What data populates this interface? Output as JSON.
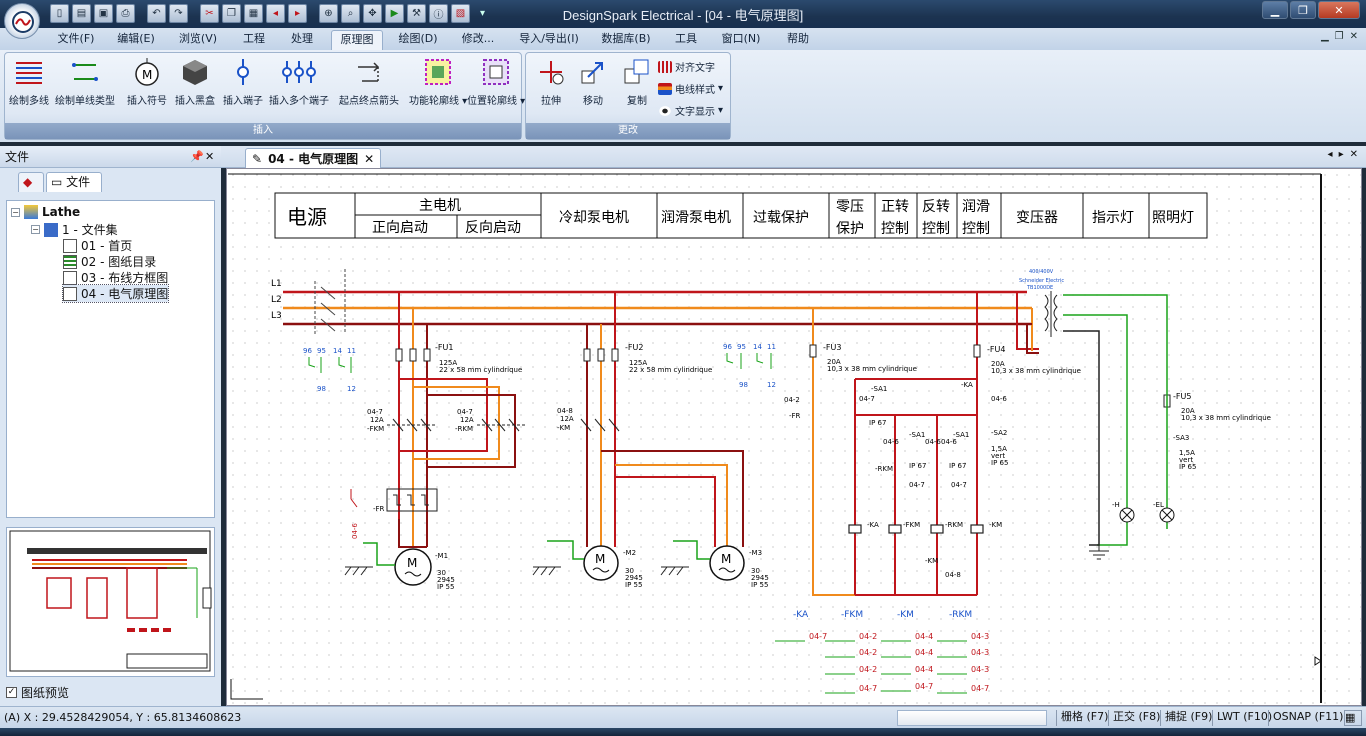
{
  "window": {
    "title": "DesignSpark Electrical - [04 - 电气原理图]"
  },
  "qat": [
    "new",
    "open",
    "save",
    "print",
    "undo",
    "redo",
    "cut",
    "copy",
    "paste",
    "prev",
    "next",
    "zoom-all",
    "zoom",
    "pan",
    "go",
    "run",
    "info",
    "pdf"
  ],
  "menu_tabs": [
    "文件(F)",
    "编辑(E)",
    "浏览(V)",
    "工程",
    "处理",
    "原理图",
    "绘图(D)",
    "修改...",
    "导入/导出(I)",
    "数据库(B)",
    "工具",
    "窗口(N)",
    "帮助"
  ],
  "ribbon": {
    "insert_group": {
      "title": "插入",
      "buttons": [
        "绘制多线",
        "绘制单线类型",
        "插入符号",
        "插入黑盒",
        "插入端子",
        "插入多个端子",
        "起点终点箭头",
        "功能轮廓线",
        "位置轮廓线"
      ]
    },
    "modify_group": {
      "title": "更改",
      "buttons": [
        "拉伸",
        "移动",
        "复制"
      ],
      "small_buttons": [
        "对齐文字",
        "电线样式",
        "文字显示"
      ]
    }
  },
  "left_panel": {
    "title": "文件",
    "tab_label": "文件",
    "tree": [
      {
        "label": "Lathe"
      },
      {
        "label": "1 - 文件集"
      },
      {
        "label": "01 - 首页"
      },
      {
        "label": "02 - 图纸目录"
      },
      {
        "label": "03 - 布线方框图"
      },
      {
        "label": "04 - 电气原理图"
      }
    ],
    "preview_label": "图纸预览"
  },
  "document_tab": {
    "label": "04 - 电气原理图"
  },
  "schematic": {
    "header": {
      "power": "电源",
      "main_motor": "主电机",
      "forward": "正向启动",
      "reverse": "反向启动",
      "coolant": "冷却泵电机",
      "lube_motor": "润滑泵电机",
      "overload": "过载保护",
      "zero1": "零压",
      "zero2": "保护",
      "fwd1": "正转",
      "fwd2": "控制",
      "rev1": "反转",
      "rev2": "控制",
      "lube1": "润滑",
      "lube2": "控制",
      "transformer": "变压器",
      "indicator": "指示灯",
      "lighting": "照明灯"
    },
    "lines": [
      "L1",
      "L2",
      "L3"
    ],
    "fu1": "-FU1",
    "fu1_spec": "125A",
    "fu1_size": "22 x 58 mm cylindrique",
    "fu2": "-FU2",
    "fu2_spec": "125A",
    "fu2_size": "22 x 58 mm cylindrique",
    "fu3": "-FU3",
    "fu3_spec": "20A",
    "fu3_size": "10,3 x 38 mm cylindrique",
    "fu4": "-FU4",
    "fu4_spec": "20A",
    "fu4_size": "10,3 x 38 mm cylindrique",
    "fu5": "-FU5",
    "fu5_spec": "20A",
    "fu5_size": "10,3 x 38 mm cylindrique",
    "fkm": "-FKM",
    "fkm_ref": "04-7",
    "fkm_amp": "12A",
    "rkm": "-RKM",
    "rkm_ref": "04-7",
    "rkm_amp": "12A",
    "km": "-KM",
    "km_ref": "04-8",
    "km_amp": "12A",
    "fr": "-FR",
    "fr_ref": "04-6",
    "m1": "-M1",
    "m2": "-M2",
    "m3": "-M3",
    "motor_symbol": "M",
    "motor_line1": "30",
    "motor_line2": "2945",
    "motor_line3": "IP 55",
    "sa1": "-SA1",
    "sa2": "-SA2",
    "sa3": "-SA3",
    "ka": "-KA",
    "h": "-H",
    "el": "-EL",
    "sa_spec1": "1,5A",
    "sa_spec2": "vert",
    "sa_spec3": "IP 65",
    "trafo_lines": [
      "400/400V",
      "Schneider Electric",
      "TB1000DE"
    ],
    "coil_labels": [
      "-KA",
      "-FKM",
      "-KM",
      "-RKM"
    ],
    "xref_rows": [
      [
        "04-7",
        "04-2",
        "04-4",
        "04-3"
      ],
      [
        "",
        "04-2",
        "04-4",
        "04-3"
      ],
      [
        "",
        "04-2",
        "04-4",
        "04-3"
      ],
      [
        "",
        "04-7",
        "04-7",
        "04-7"
      ]
    ],
    "contact_nums": [
      "96",
      "95",
      "14",
      "11"
    ],
    "ref_04_7": "04-7",
    "ref_04_6": "04-6",
    "ref_04_8": "04-8",
    "ref_04_2": "04-2",
    "ip67": "IP 67",
    "num98": "98",
    "num12": "12"
  },
  "status": {
    "coords": "(A) X : 29.4528429054, Y : 65.8134608623",
    "grid": "栅格 (F7)",
    "ortho": "正交 (F8)",
    "snap": "捕捉 (F9)",
    "lwt": "LWT (F10)",
    "osnap": "OSNAP (F11)"
  },
  "colors": {
    "red": "#c0151b",
    "orange": "#f08a1c",
    "darkred": "#8b1010",
    "green": "#1aa31a",
    "pink": "#e050e0",
    "blue": "#1a52c8"
  }
}
